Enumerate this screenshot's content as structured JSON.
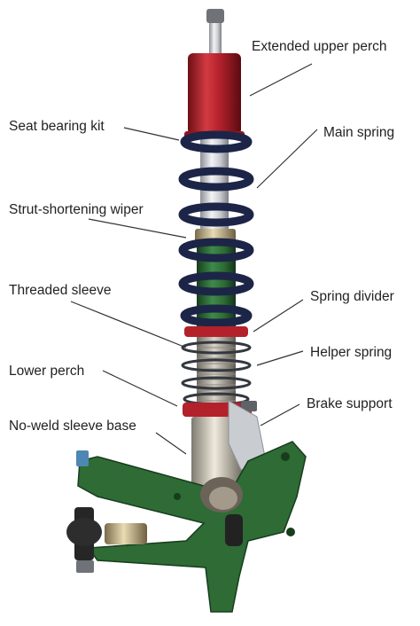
{
  "labels": {
    "extended_upper_perch": "Extended upper perch",
    "seat_bearing_kit": "Seat bearing kit",
    "main_spring": "Main spring",
    "strut_shortening_wiper": "Strut-shortening wiper",
    "threaded_sleeve": "Threaded sleeve",
    "spring_divider": "Spring divider",
    "lower_perch": "Lower perch",
    "helper_spring": "Helper spring",
    "brake_support": "Brake support",
    "no_weld_sleeve_base": "No-weld sleeve base"
  },
  "colors": {
    "upper_perch_red": "#b3212b",
    "spring_navy": "#1c2547",
    "strut_green": "#2e6b35",
    "chrome": "#c9ccd0",
    "leader_line": "#333333"
  }
}
